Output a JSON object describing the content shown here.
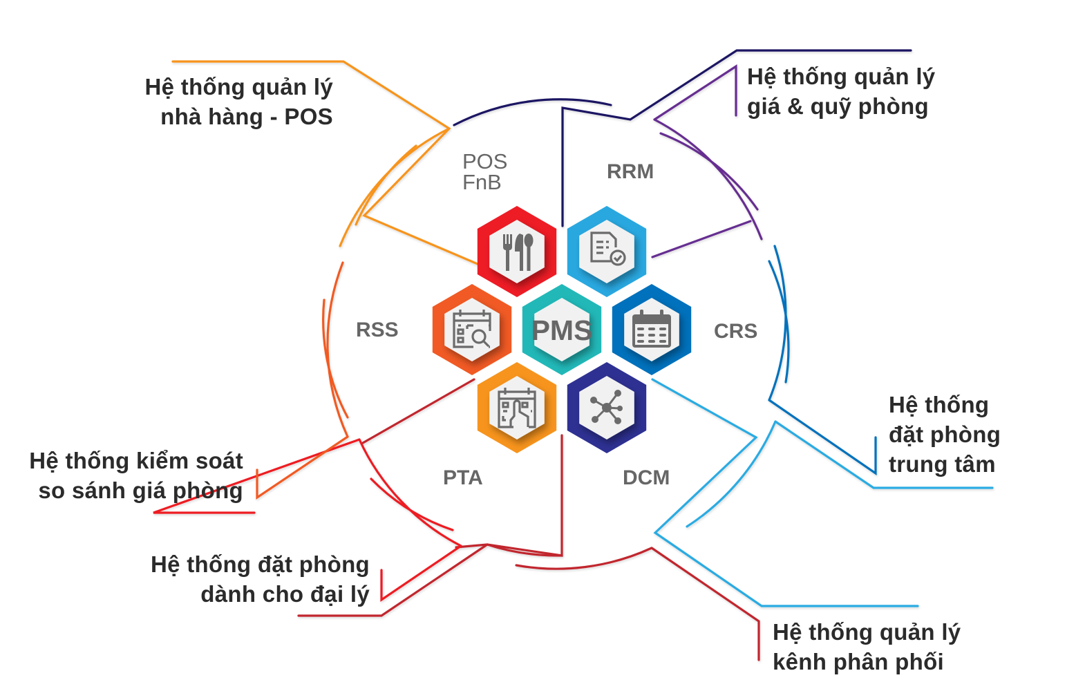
{
  "diagram": {
    "center": {
      "label": "PMS",
      "color": "#22b8b8"
    },
    "segments": [
      {
        "key": "pos",
        "label_lines": [
          "POS",
          "FnB"
        ],
        "icon": "cutlery-icon",
        "color": "#ee1c25",
        "line_color": "#f7941d",
        "callout_lines": [
          "Hệ thống quản lý",
          "nhà hàng - POS"
        ]
      },
      {
        "key": "rrm",
        "label_lines": [
          "RRM"
        ],
        "icon": "document-check-icon",
        "color": "#29a8e0",
        "line_color": "#1b1464",
        "line_color_secondary": "#662d91",
        "callout_lines": [
          "Hệ thống quản lý",
          "giá & quỹ phòng"
        ]
      },
      {
        "key": "crs",
        "label_lines": [
          "CRS"
        ],
        "icon": "calendar-icon",
        "color": "#0071bc",
        "line_color": "#0071bc",
        "callout_lines": [
          "Hệ thống",
          "đặt phòng",
          "trung tâm"
        ]
      },
      {
        "key": "dcm",
        "label_lines": [
          "DCM"
        ],
        "icon": "network-icon",
        "color": "#2e3192",
        "line_color": "#29abe2",
        "callout_lines": [
          "Hệ thống quản lý",
          "kênh phân phối"
        ]
      },
      {
        "key": "pta",
        "label_lines": [
          "PTA"
        ],
        "icon": "calendar-touch-icon",
        "color": "#f7941d",
        "line_color": "#c1272d",
        "callout_lines": [
          "Hệ thống đặt phòng",
          "dành cho đại lý"
        ]
      },
      {
        "key": "rss",
        "label_lines": [
          "RSS"
        ],
        "icon": "calendar-search-icon",
        "color": "#f15a24",
        "line_color": "#f15a24",
        "callout_lines": [
          "Hệ thống kiểm soát",
          "so sánh giá phòng"
        ]
      }
    ]
  }
}
